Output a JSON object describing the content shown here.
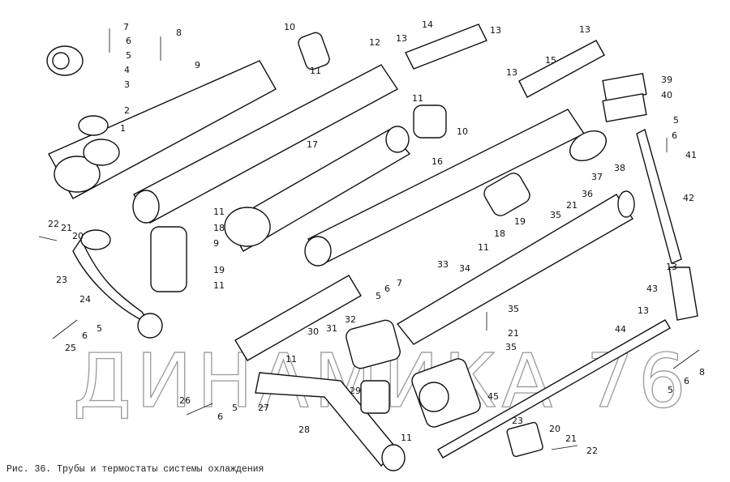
{
  "caption": "Рис. 36. Трубы и термостаты системы охлаждения",
  "watermark": "ДИНАМИКА 76",
  "callouts": [
    "7",
    "6",
    "5",
    "4",
    "3",
    "2",
    "1",
    "8",
    "9",
    "10",
    "11",
    "12",
    "13",
    "14",
    "13",
    "13",
    "15",
    "13",
    "39",
    "40",
    "5",
    "6",
    "41",
    "11",
    "10",
    "17",
    "16",
    "38",
    "37",
    "36",
    "21",
    "35",
    "19",
    "18",
    "11",
    "42",
    "33",
    "34",
    "22",
    "21",
    "20",
    "23",
    "24",
    "6",
    "5",
    "25",
    "11",
    "18",
    "9",
    "19",
    "11",
    "7",
    "6",
    "5",
    "32",
    "31",
    "35",
    "21",
    "35",
    "30",
    "11",
    "29",
    "45",
    "27",
    "26",
    "6",
    "5",
    "28",
    "11",
    "13",
    "43",
    "13",
    "44",
    "8",
    "6",
    "5",
    "23",
    "20",
    "21",
    "22"
  ]
}
